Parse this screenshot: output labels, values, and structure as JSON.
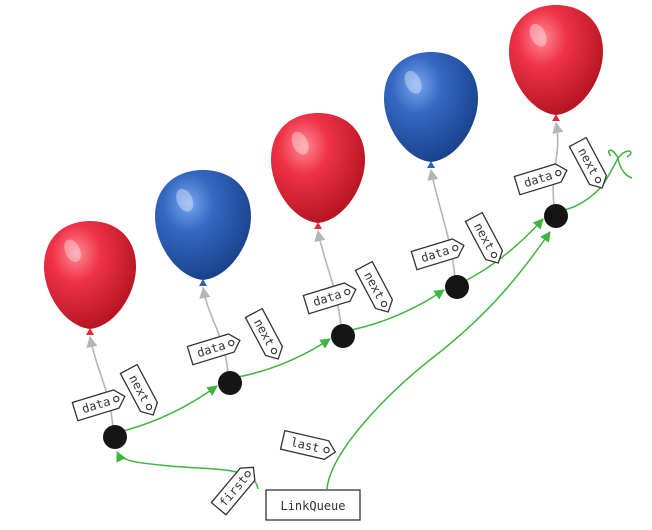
{
  "colors": {
    "red": "#e5283f",
    "blue": "#2f62b8",
    "link": "#3fb43f",
    "string": "#b5b5b5",
    "node": "#151515",
    "tag_border": "#333333"
  },
  "nodes": [
    {
      "balloon_color": "red",
      "data_tag": "data",
      "next_tag": "next"
    },
    {
      "balloon_color": "blue",
      "data_tag": "data",
      "next_tag": "next"
    },
    {
      "balloon_color": "red",
      "data_tag": "data",
      "next_tag": "next"
    },
    {
      "balloon_color": "blue",
      "data_tag": "data",
      "next_tag": "next"
    },
    {
      "balloon_color": "red",
      "data_tag": "data",
      "next_tag": "next"
    }
  ],
  "queue": {
    "box_label": "LinkQueue",
    "first_tag": "first",
    "last_tag": "last"
  }
}
